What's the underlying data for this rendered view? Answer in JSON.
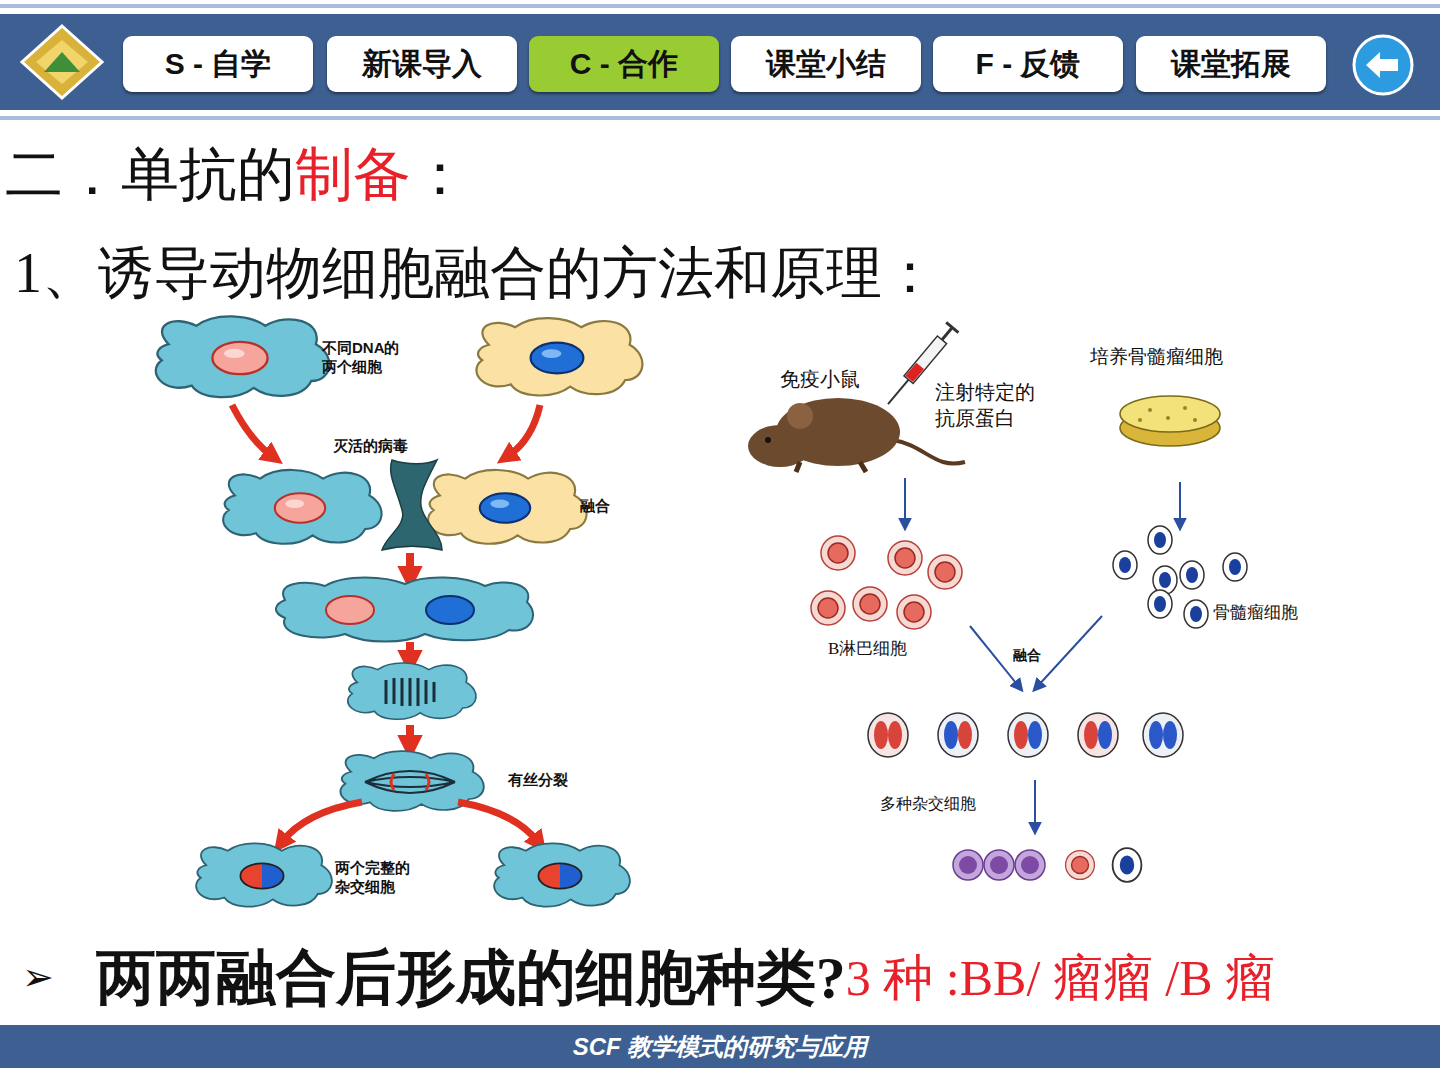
{
  "diagram": {
    "nodes": [
      {
        "text": [
          "S - 自学"
        ]
      },
      {
        "text": [
          "新课导入"
        ]
      },
      {
        "text": [
          "C - 合作"
        ]
      },
      {
        "text": [
          "课堂小结"
        ]
      },
      {
        "text": [
          "F - 反馈"
        ]
      },
      {
        "text": [
          "课堂拓展"
        ]
      },
      {
        "text": [
          "SCF 教学模式的研究与应用"
        ]
      }
    ],
    "labels": [
      "二．单抗的",
      "制备",
      "：",
      "1、诱导动物细胞融合的方法和原理：",
      "不同DNA的 两个细胞",
      "灭活的病毒",
      "融合",
      "有丝分裂",
      "两个完整的 杂交细胞",
      "免疫小鼠",
      "注射特定的 抗原蛋白",
      "培养骨髓瘤细胞",
      "B淋巴细胞",
      "骨髓瘤细胞",
      "融合",
      "多种杂交细胞",
      "➢",
      "两两融合后形成的细胞种类?",
      "3 种 :BB/ 瘤瘤 /B 瘤"
    ]
  }
}
